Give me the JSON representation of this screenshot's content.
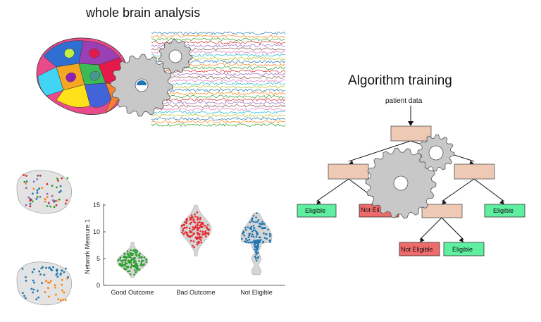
{
  "header": {
    "title": "whole brain analysis"
  },
  "algorithm": {
    "title": "Algorithm training",
    "input_label": "patient data",
    "leaves": [
      {
        "label": "Eligible",
        "color": "#5ef0a0"
      },
      {
        "label": "Not Eli",
        "color": "#ee6b6b"
      },
      {
        "label": "Eligible",
        "color": "#5ef0a0"
      },
      {
        "label": "Not Eligible",
        "color": "#ee6b6b"
      },
      {
        "label": "Eligible",
        "color": "#5ef0a0"
      }
    ],
    "node_color": "#eec9b3"
  },
  "chart_data": {
    "type": "violin",
    "categories": [
      "Good Outcome",
      "Bad Outcome",
      "Not Eligible"
    ],
    "ylabel": "Network Measure 1",
    "xlabel": "",
    "ylim": [
      0,
      15
    ],
    "yticks": [
      0,
      5,
      10,
      15
    ],
    "series": [
      {
        "color": "#2ca02c",
        "values": [
          1.5,
          2.5,
          3,
          3.5,
          4,
          4.3,
          4.5,
          5,
          5.5,
          6,
          7,
          8
        ]
      },
      {
        "color": "#e8262b",
        "values": [
          5.5,
          7,
          8,
          9,
          9.5,
          10,
          10.5,
          11,
          12,
          13,
          14,
          15
        ]
      },
      {
        "color": "#1f77b4",
        "values": [
          2,
          3,
          4,
          5,
          6,
          7,
          9,
          10,
          10.5,
          11,
          12,
          13.5
        ]
      }
    ],
    "grid": false
  },
  "colors": {
    "gear": "#c8c8c8",
    "gear_stroke": "#555555",
    "good": "#2ca02c",
    "bad": "#e8262b",
    "ne": "#1f77b4"
  }
}
